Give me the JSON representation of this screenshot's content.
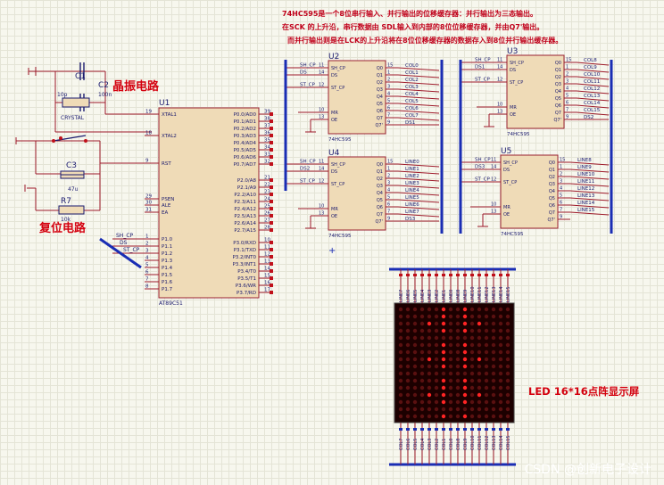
{
  "notes": {
    "line1": "74HC595是一个8位串行输入、并行输出的位移缓存器：并行输出为三态输出。",
    "line2": "在SCK 的上升沿，串行数据由 SDL输入到内部的8位位移缓存器，并由Q7'输出。",
    "line3": "而并行输出则是在LCK的上升沿将在8位位移缓存器的数据存入到8位并行输出缓存器。"
  },
  "labels": {
    "crystal_circuit": "晶振电路",
    "reset_circuit": "复位电路",
    "display": "LED 16*16点阵显示屏",
    "watermark": "CSDN @创新电子设计"
  },
  "mcu": {
    "ref": "U1",
    "part": "AT89C51",
    "left_pins": [
      {
        "num": "19",
        "name": "XTAL1"
      },
      {
        "num": "18",
        "name": "XTAL2"
      },
      {
        "num": "9",
        "name": "RST"
      },
      {
        "num": "29",
        "name": "PSEN"
      },
      {
        "num": "30",
        "name": "ALE"
      },
      {
        "num": "31",
        "name": "EA"
      },
      {
        "num": "1",
        "name": "P1.0"
      },
      {
        "num": "2",
        "name": "P1.1"
      },
      {
        "num": "3",
        "name": "P1.2"
      },
      {
        "num": "4",
        "name": "P1.3"
      },
      {
        "num": "5",
        "name": "P1.4"
      },
      {
        "num": "6",
        "name": "P1.5"
      },
      {
        "num": "7",
        "name": "P1.6"
      },
      {
        "num": "8",
        "name": "P1.7"
      }
    ],
    "right_pins": [
      {
        "num": "39",
        "name": "P0.0/AD0"
      },
      {
        "num": "38",
        "name": "P0.1/AD1"
      },
      {
        "num": "37",
        "name": "P0.2/AD2"
      },
      {
        "num": "36",
        "name": "P0.3/AD3"
      },
      {
        "num": "35",
        "name": "P0.4/AD4"
      },
      {
        "num": "34",
        "name": "P0.5/AD5"
      },
      {
        "num": "33",
        "name": "P0.6/AD6"
      },
      {
        "num": "32",
        "name": "P0.7/AD7"
      },
      {
        "num": "21",
        "name": "P2.0/A8"
      },
      {
        "num": "22",
        "name": "P2.1/A9"
      },
      {
        "num": "23",
        "name": "P2.2/A10"
      },
      {
        "num": "24",
        "name": "P2.3/A11"
      },
      {
        "num": "25",
        "name": "P2.4/A12"
      },
      {
        "num": "26",
        "name": "P2.5/A13"
      },
      {
        "num": "27",
        "name": "P2.6/A14"
      },
      {
        "num": "28",
        "name": "P2.7/A15"
      },
      {
        "num": "10",
        "name": "P3.0/RXD"
      },
      {
        "num": "11",
        "name": "P3.1/TXD"
      },
      {
        "num": "12",
        "name": "P3.2/INT0"
      },
      {
        "num": "13",
        "name": "P3.3/INT1"
      },
      {
        "num": "14",
        "name": "P3.4/T0"
      },
      {
        "num": "15",
        "name": "P3.5/T1"
      },
      {
        "num": "16",
        "name": "P3.6/WR"
      },
      {
        "num": "17",
        "name": "P3.7/RD"
      }
    ]
  },
  "mcu_nets": [
    "SH_CP",
    "DS",
    "ST_CP"
  ],
  "components": {
    "c1": {
      "ref": "C1",
      "value": "10p"
    },
    "c2": {
      "ref": "C2",
      "value": "100n"
    },
    "x1": {
      "value": "CRYSTAL"
    },
    "c3": {
      "ref": "C3",
      "value": "47u"
    },
    "r7": {
      "ref": "R7",
      "value": "10k"
    }
  },
  "shift_regs": [
    {
      "ref": "U2",
      "in_nets": [
        "SH_CP",
        "DS",
        "ST_CP"
      ],
      "outs": [
        "COL0",
        "COL1",
        "COL2",
        "COL3",
        "COL4",
        "COL5",
        "COL6",
        "COL7"
      ],
      "q7s": "DS1"
    },
    {
      "ref": "U3",
      "in_nets": [
        "SH_CP",
        "DS1",
        "ST_CP"
      ],
      "outs": [
        "COL8",
        "COL9",
        "COL10",
        "COL11",
        "COL12",
        "COL13",
        "COL14",
        "COL15"
      ],
      "q7s": "DS2"
    },
    {
      "ref": "U4",
      "in_nets": [
        "SH_CP",
        "DS2",
        "ST_CP"
      ],
      "outs": [
        "LINE0",
        "LINE1",
        "LINE2",
        "LINE3",
        "LINE4",
        "LINE5",
        "LINE6",
        "LINE7"
      ],
      "q7s": "DS3"
    },
    {
      "ref": "U5",
      "in_nets": [
        "SH_CP",
        "DS3",
        "ST_CP"
      ],
      "outs": [
        "LINE8",
        "LINE9",
        "LINE10",
        "LINE11",
        "LINE12",
        "LINE13",
        "LINE14",
        "LINE15"
      ],
      "q7s": ""
    }
  ],
  "ic595": {
    "part": "74HC595",
    "in_pins": [
      {
        "num": "11",
        "name": "SH_CP"
      },
      {
        "num": "14",
        "name": "DS"
      },
      {
        "num": "12",
        "name": "ST_CP"
      },
      {
        "num": "10",
        "name": "MR"
      },
      {
        "num": "13",
        "name": "OE"
      }
    ],
    "out_pins": [
      {
        "num": "15",
        "name": "Q0"
      },
      {
        "num": "1",
        "name": "Q1"
      },
      {
        "num": "2",
        "name": "Q2"
      },
      {
        "num": "3",
        "name": "Q3"
      },
      {
        "num": "4",
        "name": "Q4"
      },
      {
        "num": "5",
        "name": "Q5"
      },
      {
        "num": "6",
        "name": "Q6"
      },
      {
        "num": "7",
        "name": "Q7"
      },
      {
        "num": "9",
        "name": "Q7'"
      }
    ]
  },
  "matrix": {
    "top_labels": [
      "LINE7",
      "LINE6",
      "LINE5",
      "LINE4",
      "LINE3",
      "LINE2",
      "LINE1",
      "LINE0",
      "LINE8",
      "LINE9",
      "LINE10",
      "LINE11",
      "LINE12",
      "LINE13",
      "LINE14",
      "LINE15"
    ],
    "bottom_labels": [
      "COL7",
      "COL6",
      "COL5",
      "COL4",
      "COL3",
      "COL2",
      "COL1",
      "COL0",
      "COL8",
      "COL9",
      "COL10",
      "COL11",
      "COL12",
      "COL13",
      "COL14",
      "COL15"
    ],
    "lit_rows": [
      "0000001001000000",
      "0000001001000000",
      "0000101001010000",
      "0000001001000000",
      "0000000000000000",
      "0000001001000000",
      "0000001001000000",
      "0000101001010000",
      "0000001001000000",
      "0000000000000000",
      "0000001001000000",
      "0000001001000000",
      "0000101001010000",
      "0000001001000000",
      "0000000000000000",
      "0000001001000000"
    ]
  },
  "colors": {
    "wire": "#9e1a2a",
    "bus": "#1a2db4",
    "ic_fill": "#efdbb7",
    "ic_border": "#9a2030",
    "label_red": "#d4000e",
    "text": "#1a1a6e",
    "led_on": "#ff2424",
    "led_off": "#5a1010",
    "matrix_bg": "#1c0000"
  }
}
